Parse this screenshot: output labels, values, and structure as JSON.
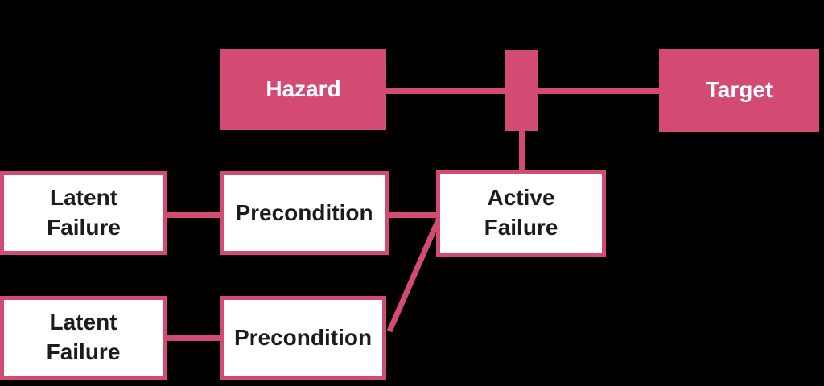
{
  "colors": {
    "accent": "#d34a73",
    "background": "#000000",
    "node_fill": "#ffffff",
    "node_text_dark": "#1c1c1c",
    "node_text_light": "#ffffff"
  },
  "nodes": {
    "hazard": "Hazard",
    "target": "Target",
    "active_failure": "Active Failure",
    "precondition_top": "Precondition",
    "precondition_bottom": "Precondition",
    "latent_failure_top": "Latent Failure",
    "latent_failure_bottom": "Latent Failure"
  }
}
